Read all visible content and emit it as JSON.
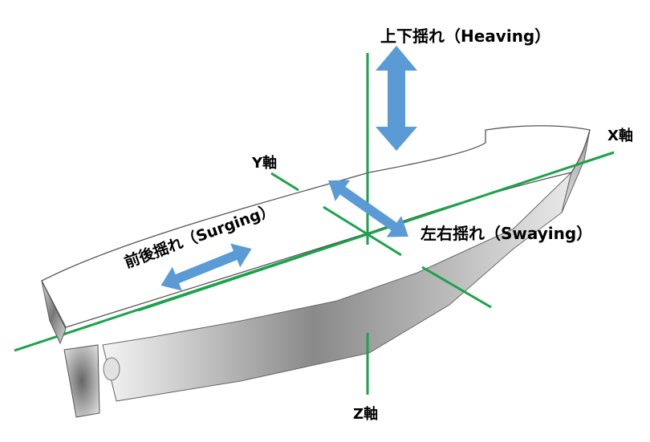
{
  "labels": {
    "heaving": "上下揺れ（Heaving）",
    "surging": "前後揺れ（Surging）",
    "swaying": "左右揺れ（Swaying）",
    "x_axis": "X軸",
    "y_axis": "Y軸",
    "z_axis": "Z軸"
  },
  "colors": {
    "axis": "#1aa34a",
    "arrow": "#5b9bd5",
    "hull_outline": "#555555",
    "hull_dark": "#6e6e6e",
    "hull_light": "#f2f2f2"
  }
}
